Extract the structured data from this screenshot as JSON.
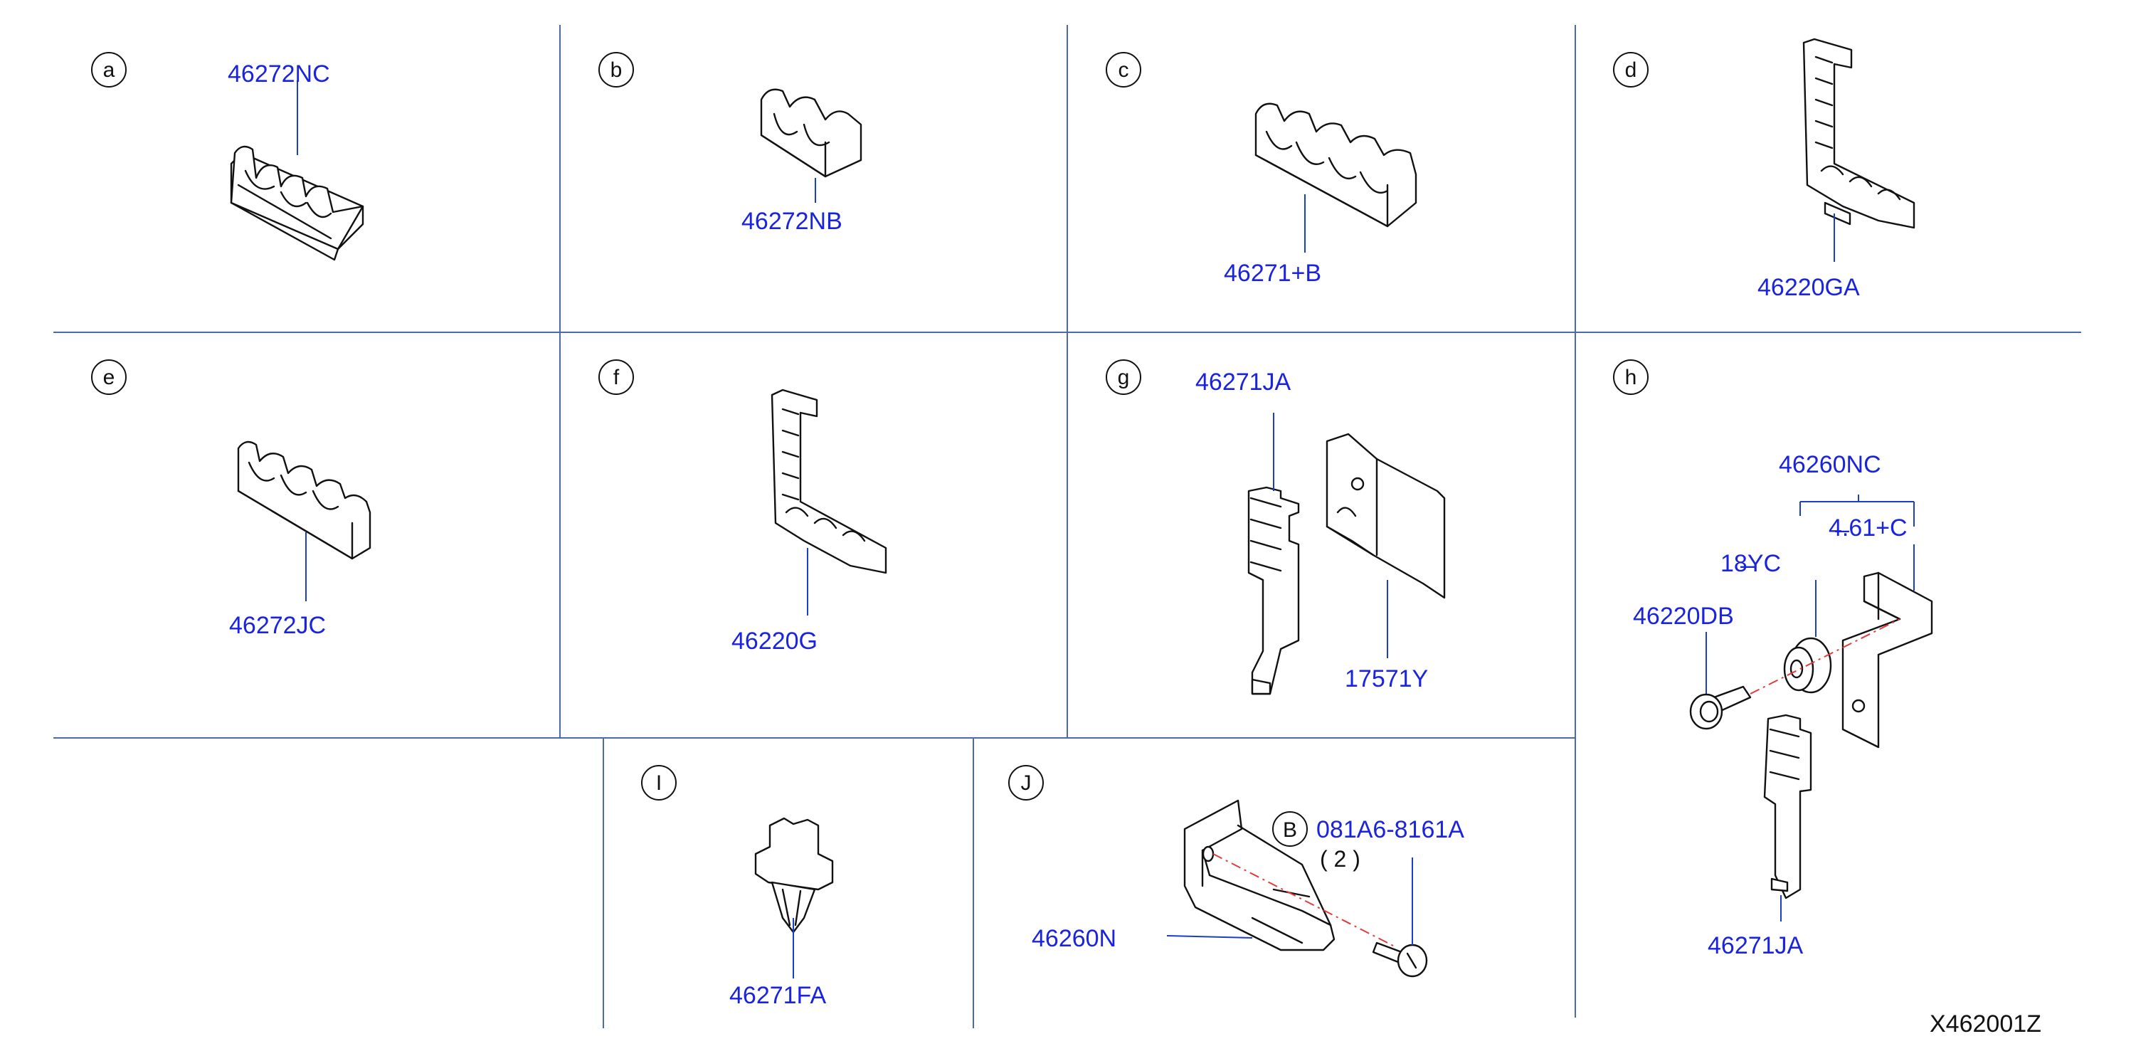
{
  "sections": [
    {
      "letter": "a"
    },
    {
      "letter": "b"
    },
    {
      "letter": "c"
    },
    {
      "letter": "d"
    },
    {
      "letter": "e"
    },
    {
      "letter": "f"
    },
    {
      "letter": "g"
    },
    {
      "letter": "h"
    },
    {
      "letter": "I"
    },
    {
      "letter": "J"
    }
  ],
  "parts": {
    "a": "46272NC",
    "b": "46272NB",
    "c": "46271+B",
    "d": "46220GA",
    "e": "46272JC",
    "f": "46220G",
    "g1": "46271JA",
    "g2": "17571Y",
    "h1": "46260NC",
    "h2": "4̶̶.61+C",
    "h3": "18̶̶̶̶YC",
    "h4": "46220DB",
    "h5": "46271JA",
    "i": "46271FA",
    "j1": "081A6-8161A",
    "j2": "46260N"
  },
  "bolt_marker": "B",
  "bolt_qty": "( 2 )",
  "diagram_code": "X462001Z",
  "colors": {
    "part_number": "#1a23e0",
    "grid": "#4c6aa8",
    "center_line": "#e23b3b"
  }
}
